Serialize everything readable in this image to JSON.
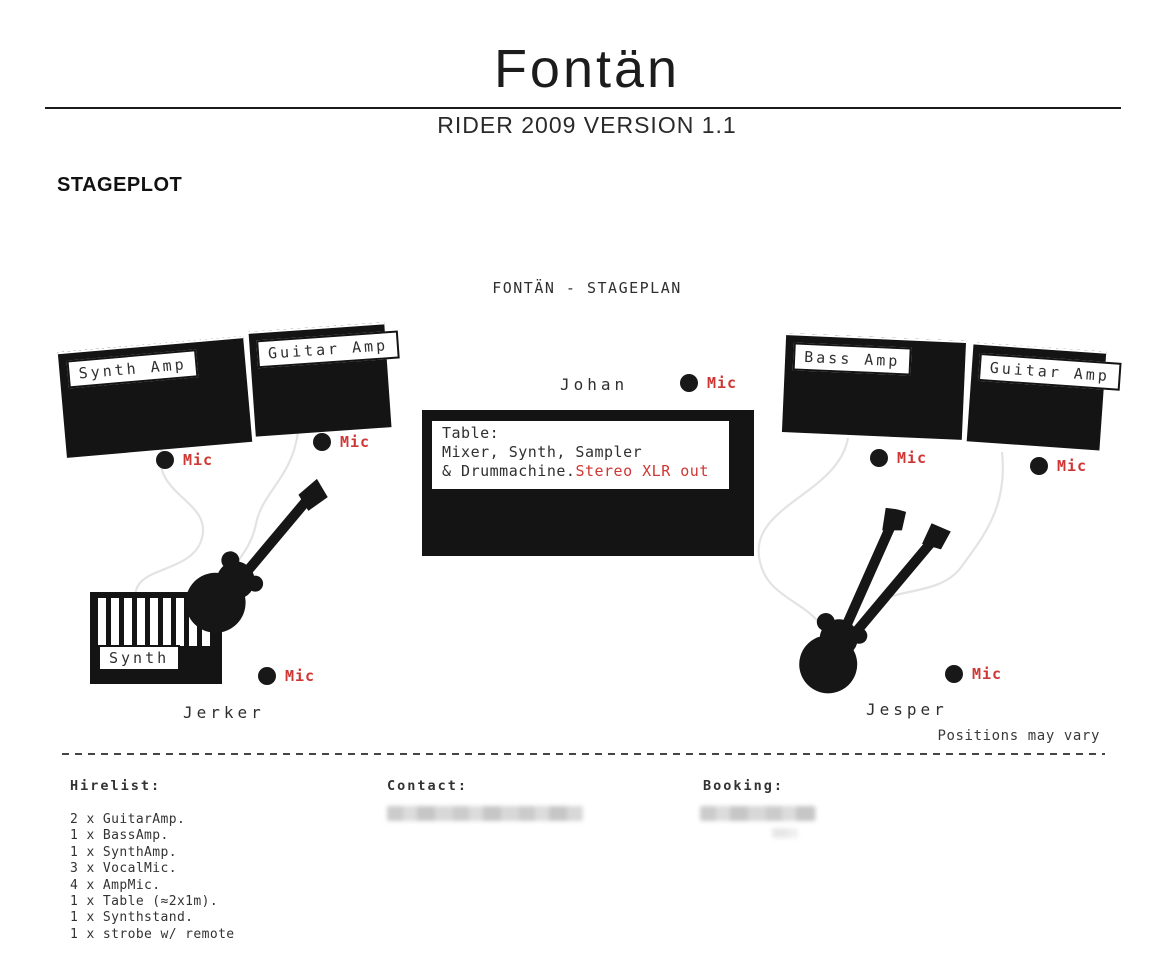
{
  "header": {
    "title": "Fontän",
    "subtitle": "RIDER 2009 VERSION 1.1"
  },
  "section": {
    "heading": "STAGEPLOT"
  },
  "stage": {
    "title": "FONTÄN - STAGEPLAN",
    "mic": "Mic",
    "labels": {
      "synth_amp": "Synth Amp",
      "guitar_amp_left": "Guitar Amp",
      "bass_amp": "Bass Amp",
      "guitar_amp_right": "Guitar Amp",
      "synth": "Synth"
    },
    "table": {
      "line1": "Table:",
      "line2": "Mixer, Synth, Sampler",
      "line3": "& Drummachine.",
      "line3_red": "Stereo XLR out"
    },
    "members": {
      "left": "Jerker",
      "center": "Johan",
      "right": "Jesper"
    },
    "footnote": "Positions may vary"
  },
  "footer": {
    "hirelist_heading": "Hirelist:",
    "hirelist": [
      "2 x GuitarAmp.",
      "1 x BassAmp.",
      "1 x SynthAmp.",
      "3 x VocalMic.",
      "4 x AmpMic.",
      "1 x Table (≈2x1m).",
      "1 x Synthstand.",
      "1 x strobe w/ remote"
    ],
    "contact_heading": "Contact:",
    "booking_heading": "Booking:"
  },
  "colors": {
    "accent_red": "#ce3733",
    "ink": "#141414",
    "cable": "#e3e3e3"
  }
}
